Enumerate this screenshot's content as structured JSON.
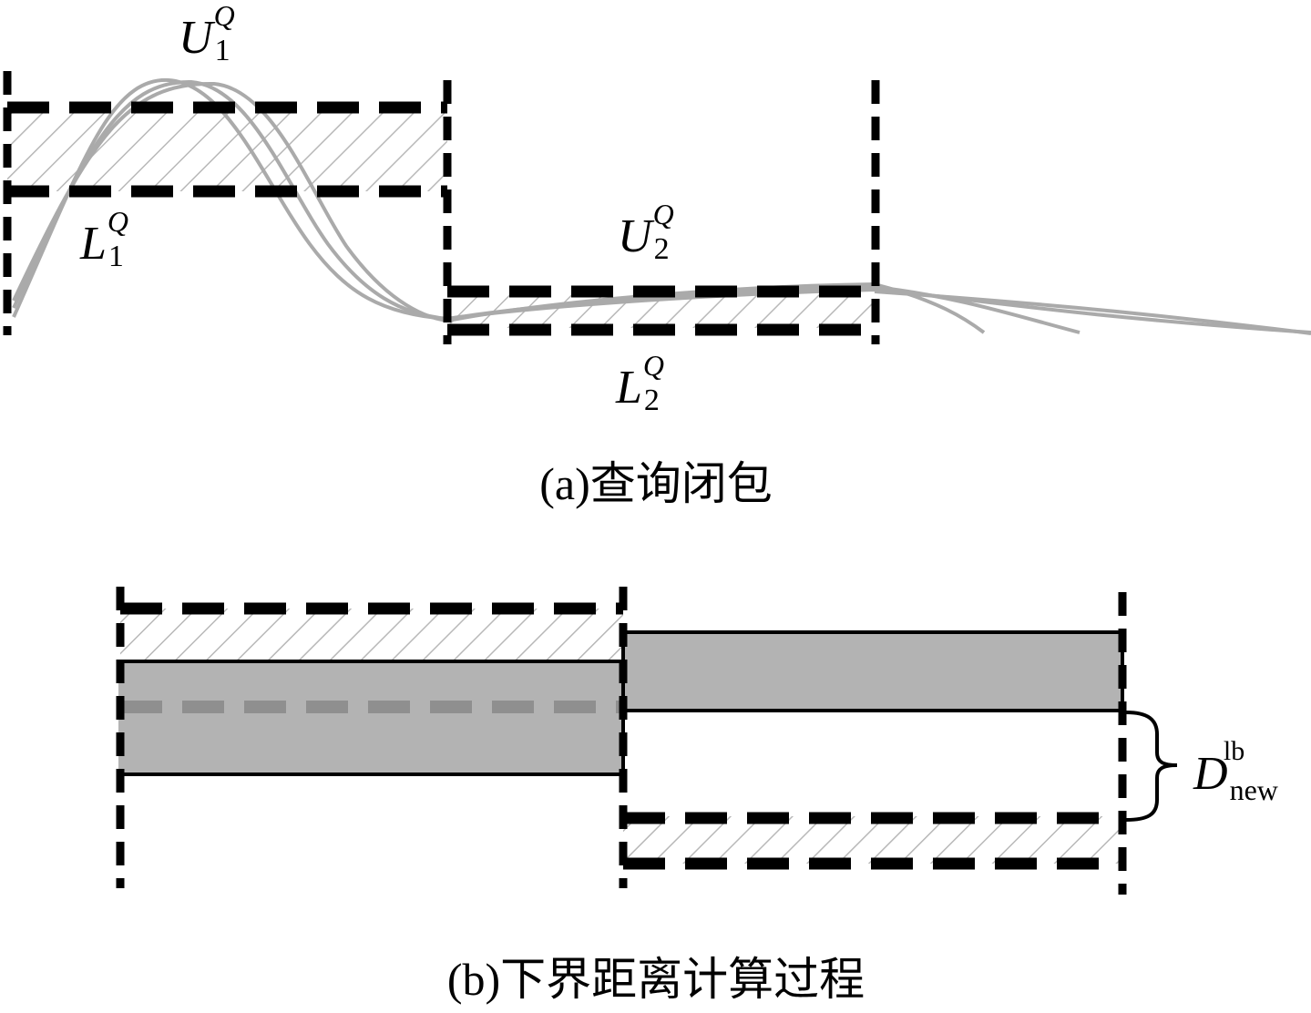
{
  "panel_a": {
    "caption": "(a)查询闭包",
    "labels": {
      "U1": {
        "base": "U",
        "sub": "1",
        "sup": "Q"
      },
      "L1": {
        "base": "L",
        "sub": "1",
        "sup": "Q"
      },
      "U2": {
        "base": "U",
        "sub": "2",
        "sup": "Q"
      },
      "L2": {
        "base": "L",
        "sub": "2",
        "sup": "Q"
      }
    }
  },
  "panel_b": {
    "caption": "(b)下界距离计算过程",
    "labels": {
      "D": {
        "base": "D",
        "sub": "new",
        "sup": "lb"
      }
    }
  },
  "colors": {
    "envelope_line": "#000000",
    "series_curve": "#aaaaaa",
    "shaded_band": "#b3b3b3",
    "hatch": "#b8b8b8",
    "gray_dashed_line": "#8f8f8f"
  }
}
